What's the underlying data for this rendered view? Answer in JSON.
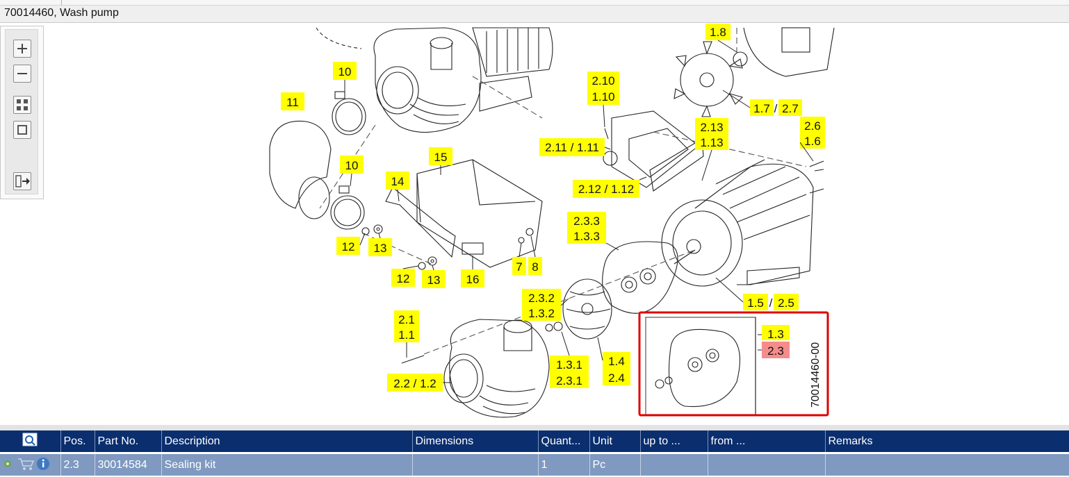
{
  "window": {
    "title": "70014460, Wash pump"
  },
  "toolbar": {
    "buttons": [
      {
        "name": "zoom-in",
        "icon": "zoom-in-icon"
      },
      {
        "name": "zoom-out",
        "icon": "zoom-out-icon"
      },
      {
        "name": "fit-all",
        "icon": "fit-all-icon"
      },
      {
        "name": "fit-window",
        "icon": "fit-window-icon"
      },
      {
        "name": "export",
        "icon": "export-icon"
      }
    ]
  },
  "diagram": {
    "drawing_number": "70014460-00",
    "callouts": {
      "c10a": "10",
      "c11": "11",
      "c10b": "10",
      "c15": "15",
      "c14": "14",
      "c12a": "12",
      "c13a": "13",
      "c12b": "12",
      "c13b": "13",
      "c16": "16",
      "c7": "7",
      "c8": "8",
      "c210": "2.10",
      "c110": "1.10",
      "c211": "2.11 / 1.11",
      "c212": "2.12 / 1.12",
      "c18": "1.8",
      "c17": "1.7",
      "c27": "2.7",
      "c213": "2.13",
      "c113": "1.13",
      "c26": "2.6",
      "c16b": "1.6",
      "c233": "2.3.3",
      "c133": "1.3.3",
      "c15b": "1.5",
      "c25": "2.5",
      "c232": "2.3.2",
      "c132": "1.3.2",
      "c21": "2.1",
      "c11b": "1.1",
      "c131": "1.3.1",
      "c231": "2.3.1",
      "c14b": "1.4",
      "c24": "2.4",
      "c22": "2.2 / 1.2",
      "c13": "1.3",
      "c23": "2.3"
    },
    "colors": {
      "callout": "#ffff00",
      "selected_callout": "#f58c8c",
      "highlight_box": "#e00000"
    }
  },
  "parts_table": {
    "columns": [
      "Pos.",
      "Part No.",
      "Description",
      "Dimensions",
      "Quant...",
      "Unit",
      "up to ...",
      "from ...",
      "Remarks"
    ],
    "rows": [
      {
        "pos": "2.3",
        "part_no": "30014584",
        "description": "Sealing kit",
        "dimensions": "",
        "quantity": "1",
        "unit": "Pc",
        "up_to": "",
        "from": "",
        "remarks": ""
      }
    ],
    "colors": {
      "header_bg": "#0a2e6e",
      "row_bg": "#7f99c0"
    }
  }
}
